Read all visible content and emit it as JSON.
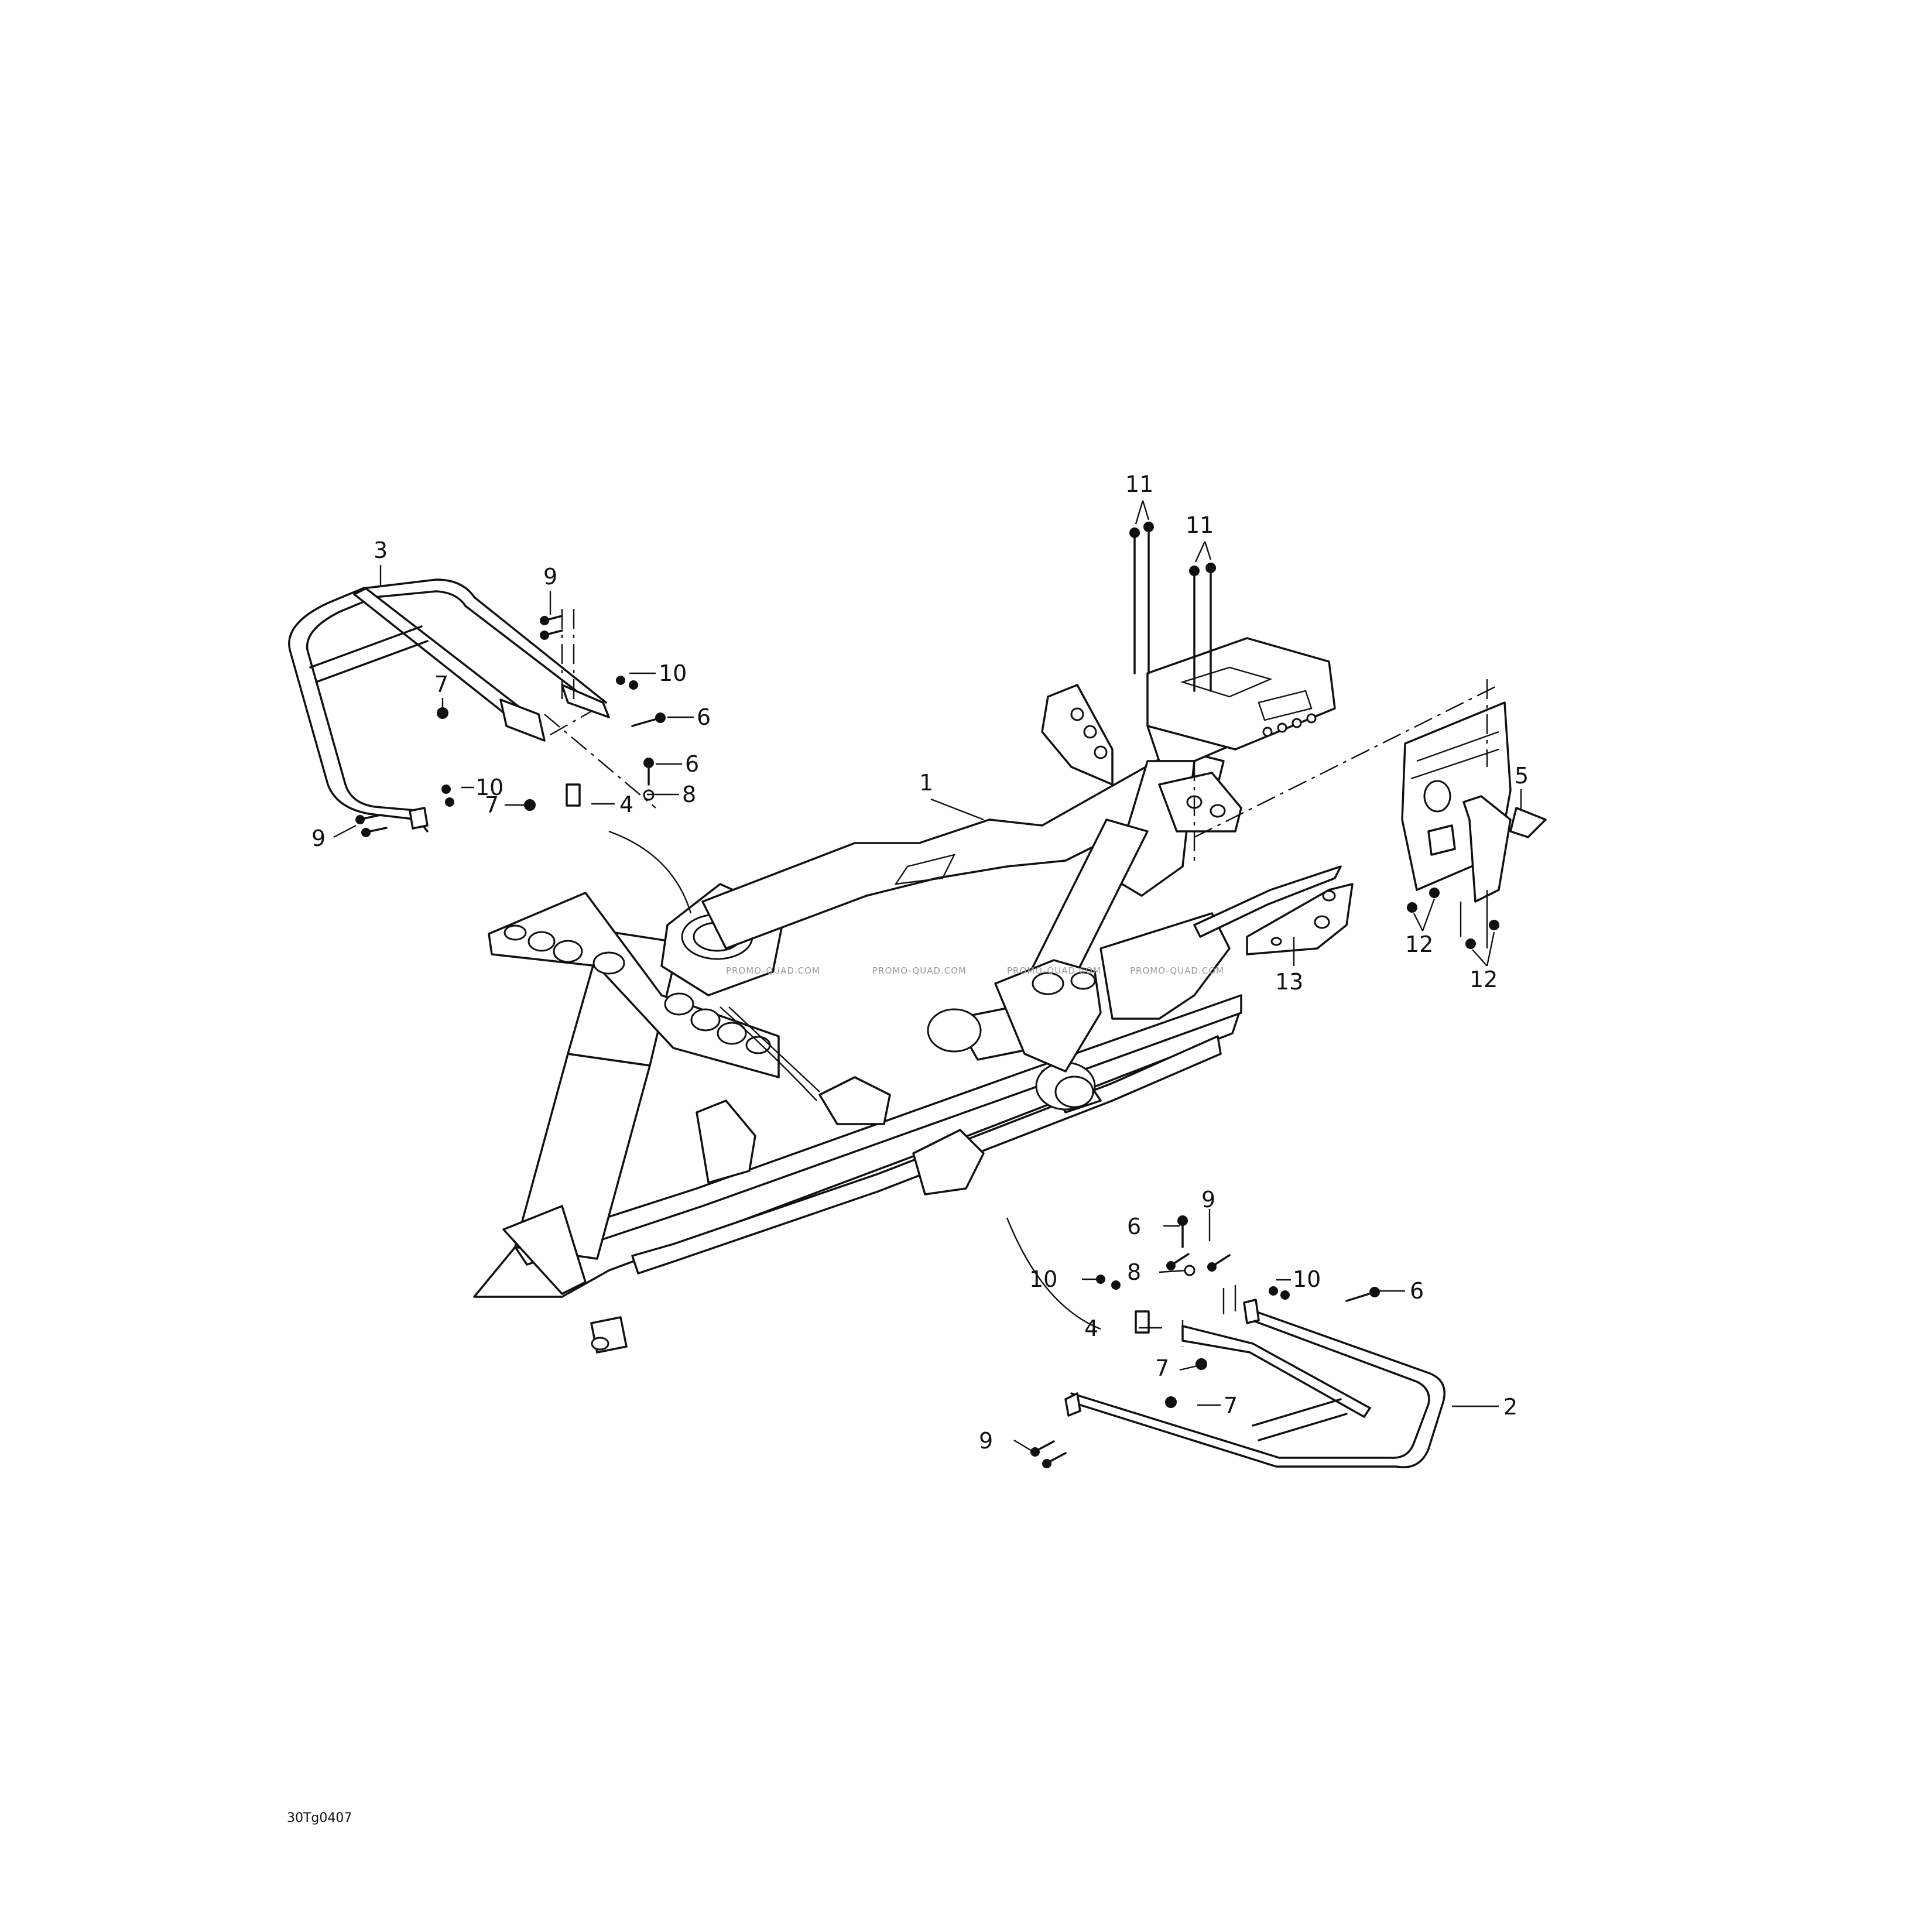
{
  "diagram": {
    "drawing_number": "30Tg0407",
    "watermark": "PROMO-QUAD.COM",
    "callouts": {
      "c1": "1",
      "c2": "2",
      "c3": "3",
      "c4a": "4",
      "c4b": "4",
      "c5": "5",
      "c6a": "6",
      "c6b": "6",
      "c6c": "6",
      "c6d": "6",
      "c7a": "7",
      "c7b": "7",
      "c7c": "7",
      "c7d": "7",
      "c8a": "8",
      "c8b": "8",
      "c9a": "9",
      "c9b": "9",
      "c9c": "9",
      "c9d": "9",
      "c10a": "10",
      "c10b": "10",
      "c10c": "10",
      "c10d": "10",
      "c11a": "11",
      "c11b": "11",
      "c12a": "12",
      "c12b": "12",
      "c13": "13"
    }
  }
}
